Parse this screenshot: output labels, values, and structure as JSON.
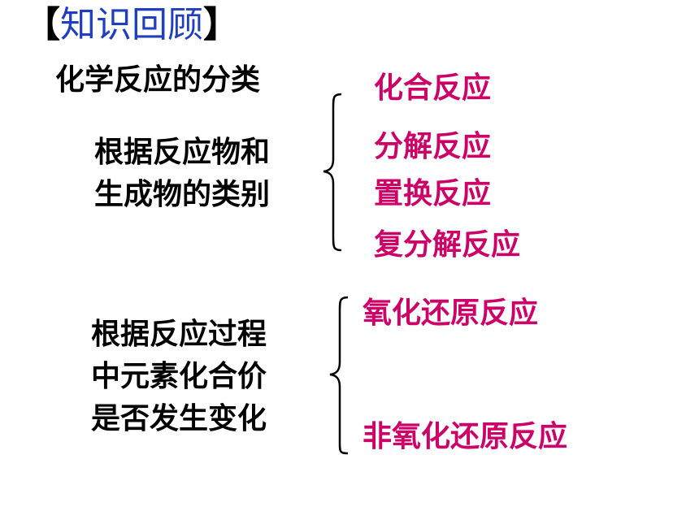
{
  "heading": {
    "left_mark": "【",
    "text": "知识回顾",
    "right_mark": "】"
  },
  "subtitle": "化学反应的分类",
  "groups": [
    {
      "criterion_lines": [
        "根据反应物和",
        "生成物的类别"
      ],
      "reactions": [
        "化合反应",
        "分解反应",
        "置换反应",
        "复分解反应"
      ]
    },
    {
      "criterion_lines": [
        "根据反应过程",
        "中元素化合价",
        "是否发生变化"
      ],
      "reactions": [
        "氧化还原反应",
        "非氧化还原反应"
      ]
    }
  ],
  "colors": {
    "heading_blue": "#1f3fbf",
    "reaction_magenta": "#cc0066",
    "text_black": "#000000"
  }
}
